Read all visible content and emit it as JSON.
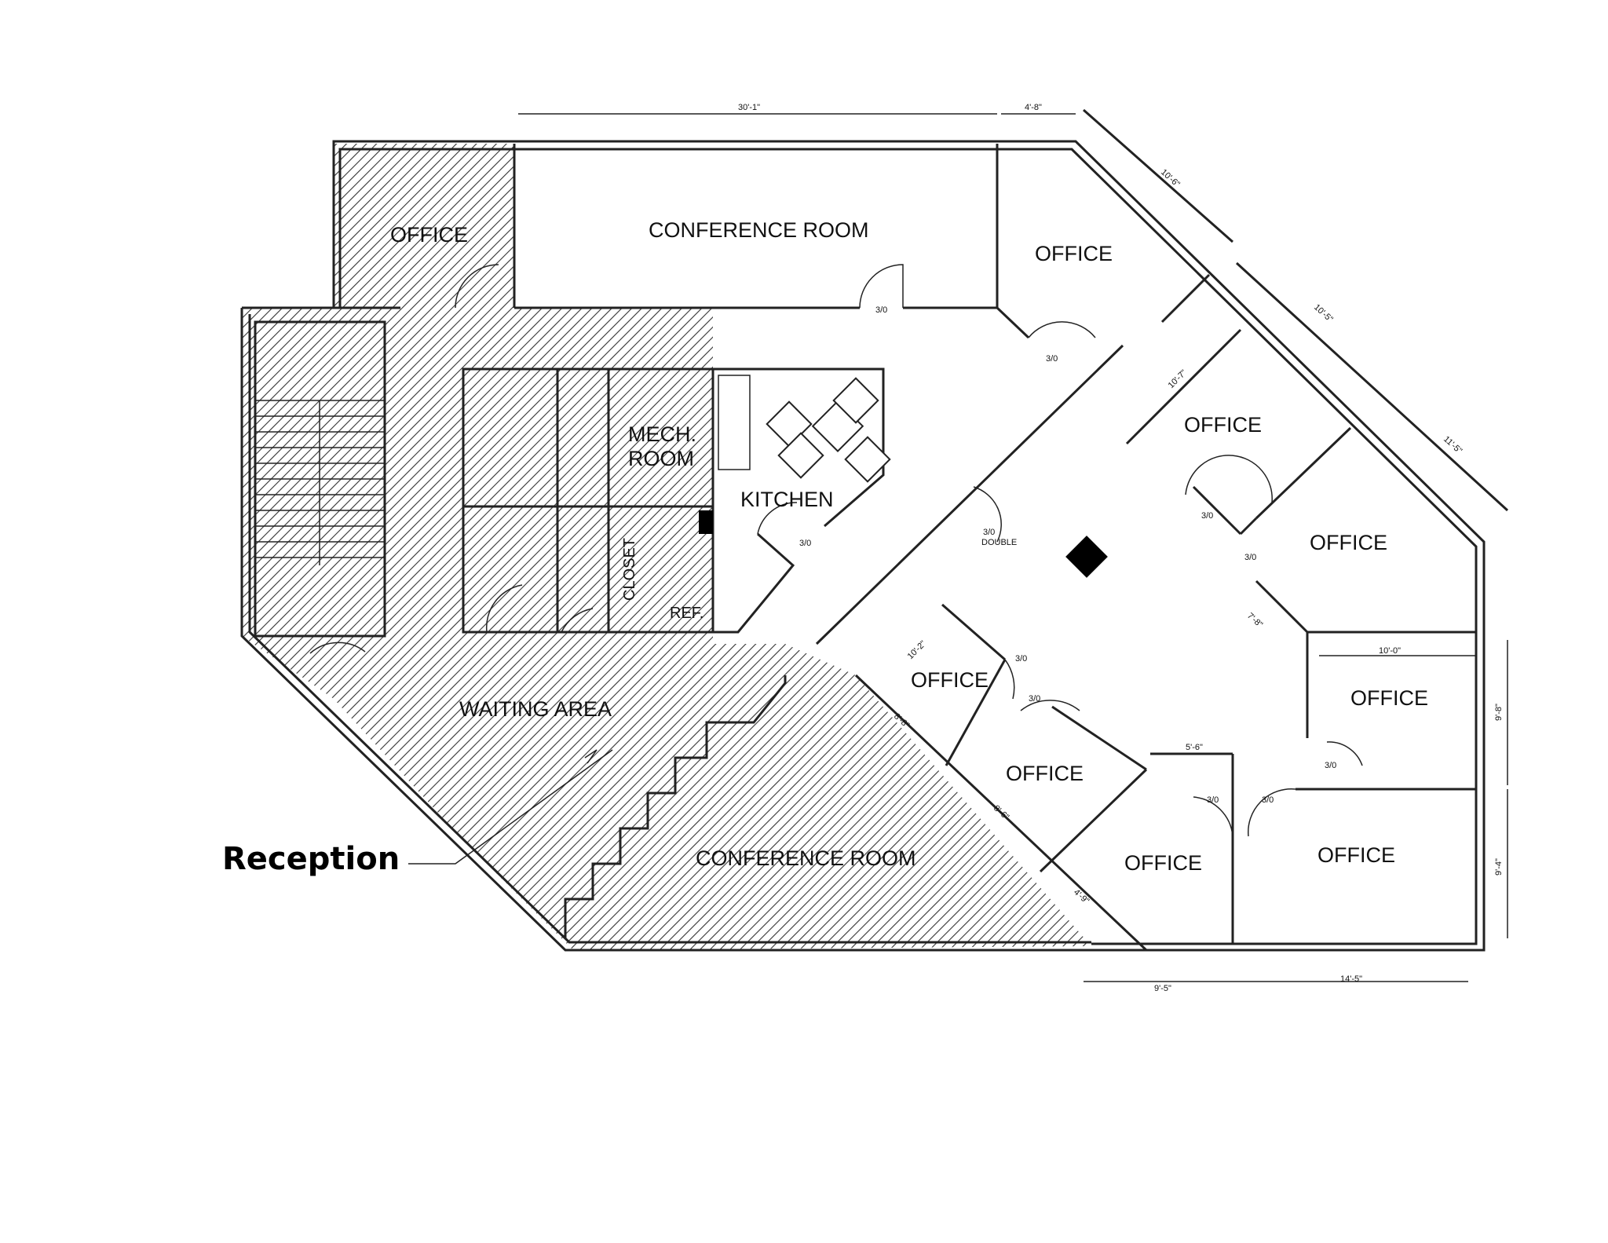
{
  "plan": {
    "rooms": {
      "office_top_left": "OFFICE",
      "conference_top": "CONFERENCE ROOM",
      "office_top_right": "OFFICE",
      "office_r1": "OFFICE",
      "office_r2": "OFFICE",
      "office_r3": "OFFICE",
      "office_r4": "OFFICE",
      "office_mid1": "OFFICE",
      "office_mid2": "OFFICE",
      "office_bottom": "OFFICE",
      "mech_line1": "MECH.",
      "mech_line2": "ROOM",
      "kitchen": "KITCHEN",
      "closet": "CLOSET",
      "ref": "REF.",
      "waiting": "WAITING AREA",
      "conference_bottom": "CONFERENCE ROOM"
    },
    "callout": "Reception",
    "doors": {
      "d1": "3/0",
      "d2": "3/0",
      "d3": "3/0",
      "d4": "3/0",
      "d5_line1": "3/0",
      "d5_line2": "DOUBLE",
      "d6": "3/0",
      "d7": "3/0",
      "d8": "3/0",
      "d9": "3/0",
      "d10": "3/0",
      "d11": "3/0"
    },
    "dims": {
      "top_a": "30'-1\"",
      "top_b": "4'-8\"",
      "diag_a": "10'-6\"",
      "diag_b": "10'-5\"",
      "diag_c": "11'-5\"",
      "inner_a": "10'-7\"",
      "inner_b": "7'-8\"",
      "right_a": "10'-0\"",
      "right_b": "9'-8\"",
      "right_c": "9'-4\"",
      "mid_a": "10'-2\"",
      "mid_b": "8'-8\"",
      "mid_c": "8'-6\"",
      "mid_d": "4'-9\"",
      "mid_e": "5'-6\"",
      "bot_a": "9'-5\"",
      "bot_b": "14'-5\""
    }
  }
}
